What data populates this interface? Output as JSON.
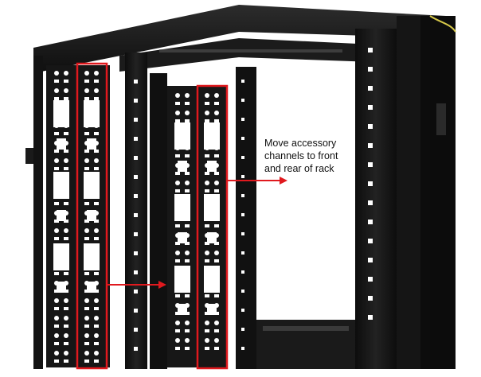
{
  "annotation": {
    "line1": "Move accessory",
    "line2": "channels to front",
    "line3": "and rear of rack"
  },
  "colors": {
    "rack": "#141414",
    "rack_edge": "#2a2a2a",
    "hole": "#ffffff",
    "highlight": "#e0191e",
    "cable": "#d6c84a"
  }
}
